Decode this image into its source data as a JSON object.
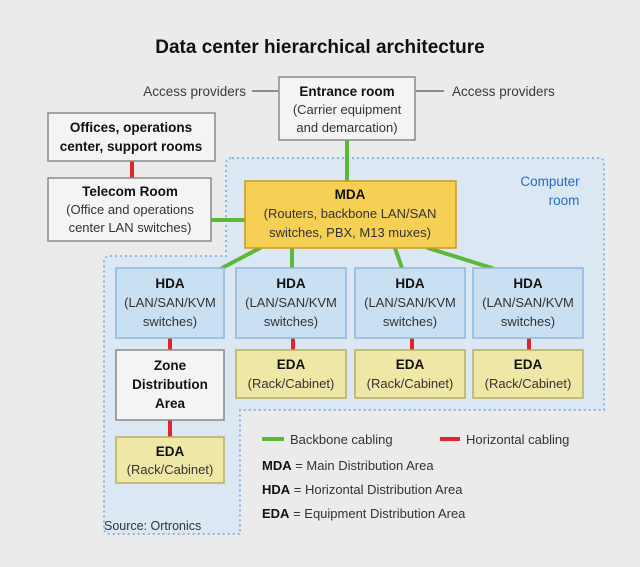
{
  "title": "Data center hierarchical architecture",
  "access_providers_left": "Access providers",
  "access_providers_right": "Access providers",
  "entrance_room": {
    "title": "Entrance room",
    "desc": [
      "(Carrier equipment",
      "and demarcation)"
    ]
  },
  "offices": {
    "lines": [
      "Offices, operations",
      "center, support rooms"
    ]
  },
  "telecom_room": {
    "title": "Telecom Room",
    "desc": [
      "(Office and operations",
      "center LAN switches)"
    ]
  },
  "computer_room_label": [
    "Computer",
    "room"
  ],
  "mda": {
    "title": "MDA",
    "desc": [
      "(Routers, backbone LAN/SAN",
      "switches, PBX, M13 muxes)"
    ]
  },
  "hda_boxes": [
    {
      "title": "HDA",
      "desc": [
        "(LAN/SAN/KVM",
        "switches)"
      ]
    },
    {
      "title": "HDA",
      "desc": [
        "(LAN/SAN/KVM",
        "switches)"
      ]
    },
    {
      "title": "HDA",
      "desc": [
        "(LAN/SAN/KVM",
        "switches)"
      ]
    },
    {
      "title": "HDA",
      "desc": [
        "(LAN/SAN/KVM",
        "switches)"
      ]
    }
  ],
  "zone_distribution": {
    "lines": [
      "Zone",
      "Distribution",
      "Area"
    ]
  },
  "eda_boxes": [
    {
      "title": "EDA",
      "desc": "(Rack/Cabinet)"
    },
    {
      "title": "EDA",
      "desc": "(Rack/Cabinet)"
    },
    {
      "title": "EDA",
      "desc": "(Rack/Cabinet)"
    },
    {
      "title": "EDA",
      "desc": "(Rack/Cabinet)"
    }
  ],
  "legend": {
    "backbone": "Backbone cabling",
    "horizontal": "Horizontal cabling",
    "defs": [
      {
        "abbr": "MDA",
        "text": " = Main Distribution Area"
      },
      {
        "abbr": "HDA",
        "text": " = Horizontal Distribution Area"
      },
      {
        "abbr": "EDA",
        "text": " = Equipment Distribution Area"
      }
    ]
  },
  "source": "Source: Ortronics",
  "colors": {
    "background": "#ebebeb",
    "backbone": "#5cb83a",
    "horizontal": "#e0252b",
    "mda_fill": "#f6cf55",
    "hda_fill": "#c9dff2",
    "eda_fill": "#eee7a6",
    "neutral_fill": "#f4f4f4",
    "computer_room_fill": "#dbe7f3",
    "computer_room_border": "#8fb5dd",
    "computer_room_text": "#1f6fc0"
  }
}
